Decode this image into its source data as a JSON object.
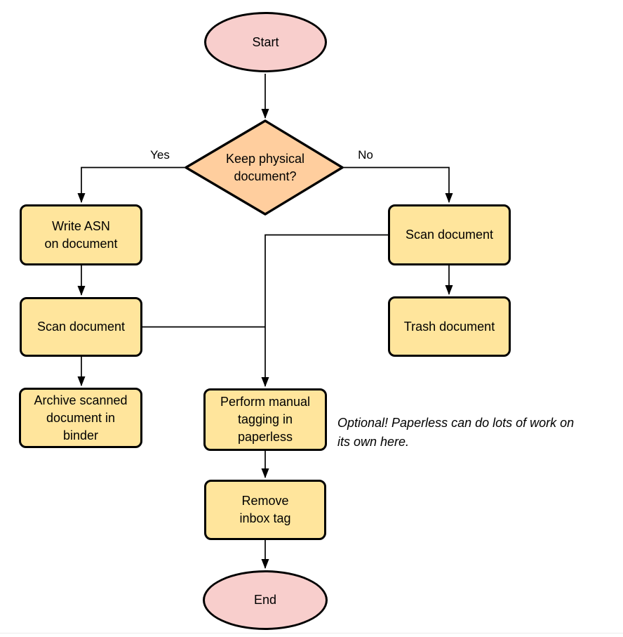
{
  "colors": {
    "terminal_fill": "#f8cecc",
    "decision_fill": "#ffce9e",
    "process_fill": "#ffe59c",
    "stroke": "#000000"
  },
  "nodes": {
    "start": {
      "label": "Start"
    },
    "decision": {
      "line1": "Keep physical",
      "line2": "document?"
    },
    "write_asn": {
      "line1": "Write ASN",
      "line2": "on document"
    },
    "scan_left": {
      "label": "Scan document"
    },
    "archive": {
      "line1": "Archive scanned",
      "line2": "document in",
      "line3": "binder"
    },
    "scan_right": {
      "label": "Scan document"
    },
    "trash": {
      "label": "Trash document"
    },
    "tagging": {
      "line1": "Perform manual",
      "line2": "tagging in",
      "line3": "paperless"
    },
    "remove_tag": {
      "line1": "Remove",
      "line2": "inbox tag"
    },
    "end": {
      "label": "End"
    }
  },
  "edge_labels": {
    "yes": "Yes",
    "no": "No"
  },
  "note": {
    "line1": "Optional! Paperless can do lots of work on",
    "line2": "its own here."
  }
}
